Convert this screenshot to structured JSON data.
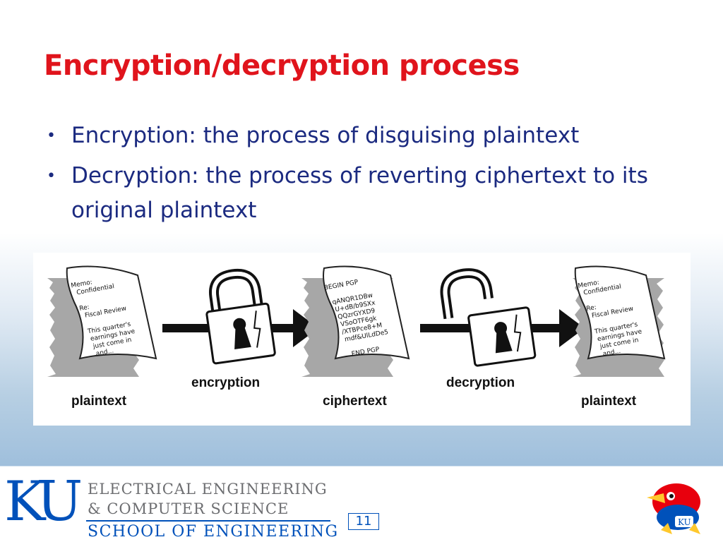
{
  "slide": {
    "title": "Encryption/decryption process",
    "bullets": [
      {
        "text": "Encryption: the process of disguising plaintext"
      },
      {
        "text": "Decryption: the process of reverting ciphertext to its original plaintext"
      }
    ],
    "bullet_symbol": "•"
  },
  "diagram": {
    "plaintext_label": "plaintext",
    "encryption_label": "encryption",
    "ciphertext_label": "ciphertext",
    "decryption_label": "decryption",
    "plaintext_out_label": "plaintext",
    "memo_lines": [
      "Memo:",
      "Confidential",
      "",
      "Re:",
      "Fiscal Review",
      "",
      "This quarter's",
      "earnings have",
      "just come in",
      "and..."
    ],
    "cipher_lines": [
      "BEGIN PGP",
      "",
      "qANQR1DBw",
      "U+dB/b9SXx",
      "QQzrGYXD9",
      "VSoOTF6gk",
      "/XTBPce8+M",
      "mdf&UlLdDe5",
      "",
      "END PGP"
    ],
    "icons": [
      "document-icon",
      "locked-padlock-icon",
      "arrow-icon",
      "unlocked-padlock-icon"
    ]
  },
  "footer": {
    "logo_text": "KU",
    "line1": "ELECTRICAL ENGINEERING",
    "line2": "& COMPUTER SCIENCE",
    "line3": "SCHOOL OF ENGINEERING",
    "page_number": "11",
    "colors": {
      "ku_blue": "#0051ba",
      "title_red": "#e0141c",
      "text_blue": "#1b2a80"
    }
  }
}
